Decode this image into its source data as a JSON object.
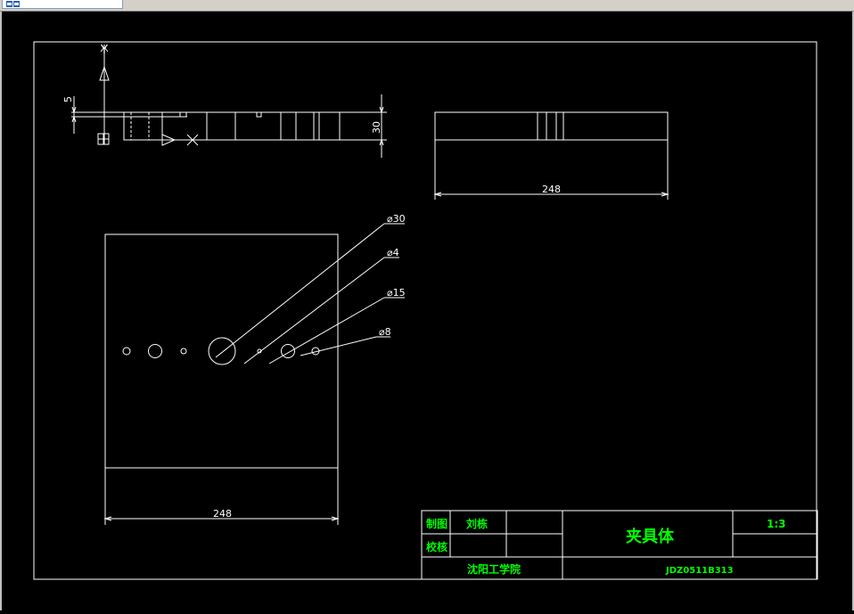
{
  "toolbar": {
    "layer_icon": "layer-manager-icon"
  },
  "axis": {
    "y_label": "Y",
    "x_marker": "X"
  },
  "dimensions": {
    "side_height": "5",
    "side_thickness": "30",
    "top_width": "248",
    "plan_width": "248",
    "hole_d30": "⌀30",
    "hole_d4": "⌀4",
    "hole_d15": "⌀15",
    "hole_d8": "⌀8"
  },
  "title_block": {
    "drawn_label": "制图",
    "drawn_by": "刘栋",
    "checked_label": "校核",
    "part_name": "夹具体",
    "scale": "1:3",
    "school": "沈阳工学院",
    "drawing_no": "JDZ0511B313"
  },
  "colors": {
    "background": "#000000",
    "lines": "#ffffff",
    "title_text": "#00ff00"
  }
}
